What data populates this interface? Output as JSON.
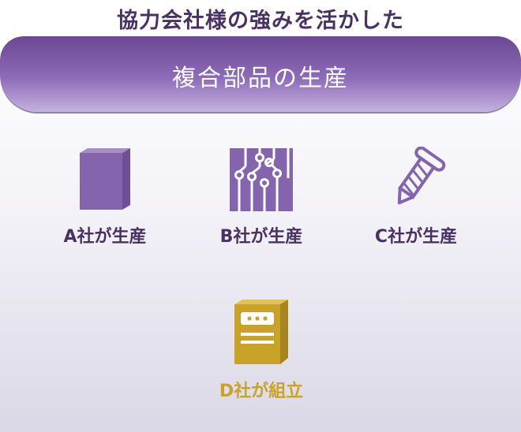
{
  "title": "協力会社様の強みを活かした",
  "banner": "複合部品の生産",
  "colors": {
    "title": "#4a3163",
    "banner": "#7a57a3",
    "icon_purple": "#8464ac",
    "icon_gold": "#c9a229"
  },
  "items": [
    {
      "label": "A社が生産",
      "icon": "cube-icon"
    },
    {
      "label": "B社が生産",
      "icon": "circuit-board-icon"
    },
    {
      "label": "C社が生産",
      "icon": "screw-icon"
    },
    {
      "label": "D社が組立",
      "icon": "device-box-icon"
    }
  ]
}
